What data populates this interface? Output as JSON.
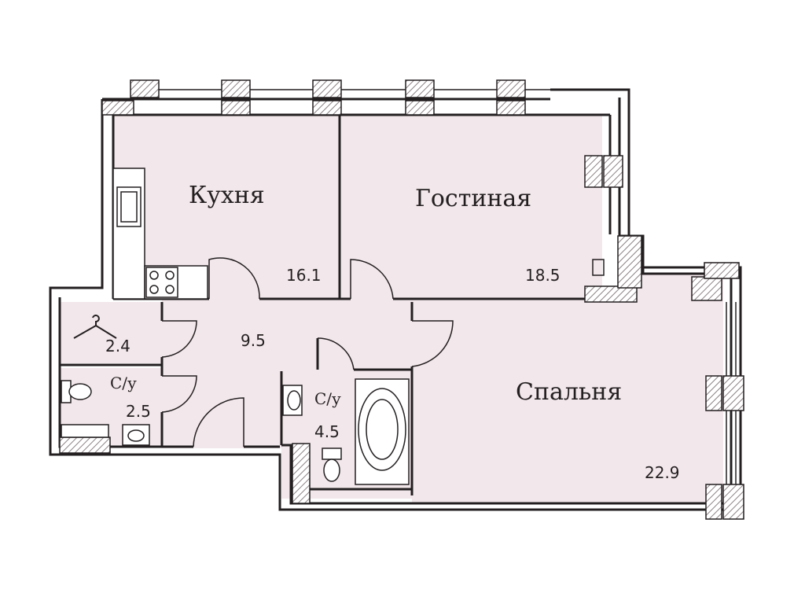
{
  "colors": {
    "wall": "#231f20",
    "floor": "#f2e7ea",
    "hatch": "#8a8082",
    "background": "#ffffff"
  },
  "rooms": {
    "kitchen": {
      "name": "Кухня",
      "area": "16.1"
    },
    "living": {
      "name": "Гостиная",
      "area": "18.5"
    },
    "bedroom": {
      "name": "Спальня",
      "area": "22.9"
    },
    "hall": {
      "area": "9.5"
    },
    "closet": {
      "area": "2.4",
      "icon": "hanger-icon"
    },
    "wc_small": {
      "name": "С/у",
      "area": "2.5"
    },
    "wc_large": {
      "name": "С/у",
      "area": "4.5"
    }
  }
}
